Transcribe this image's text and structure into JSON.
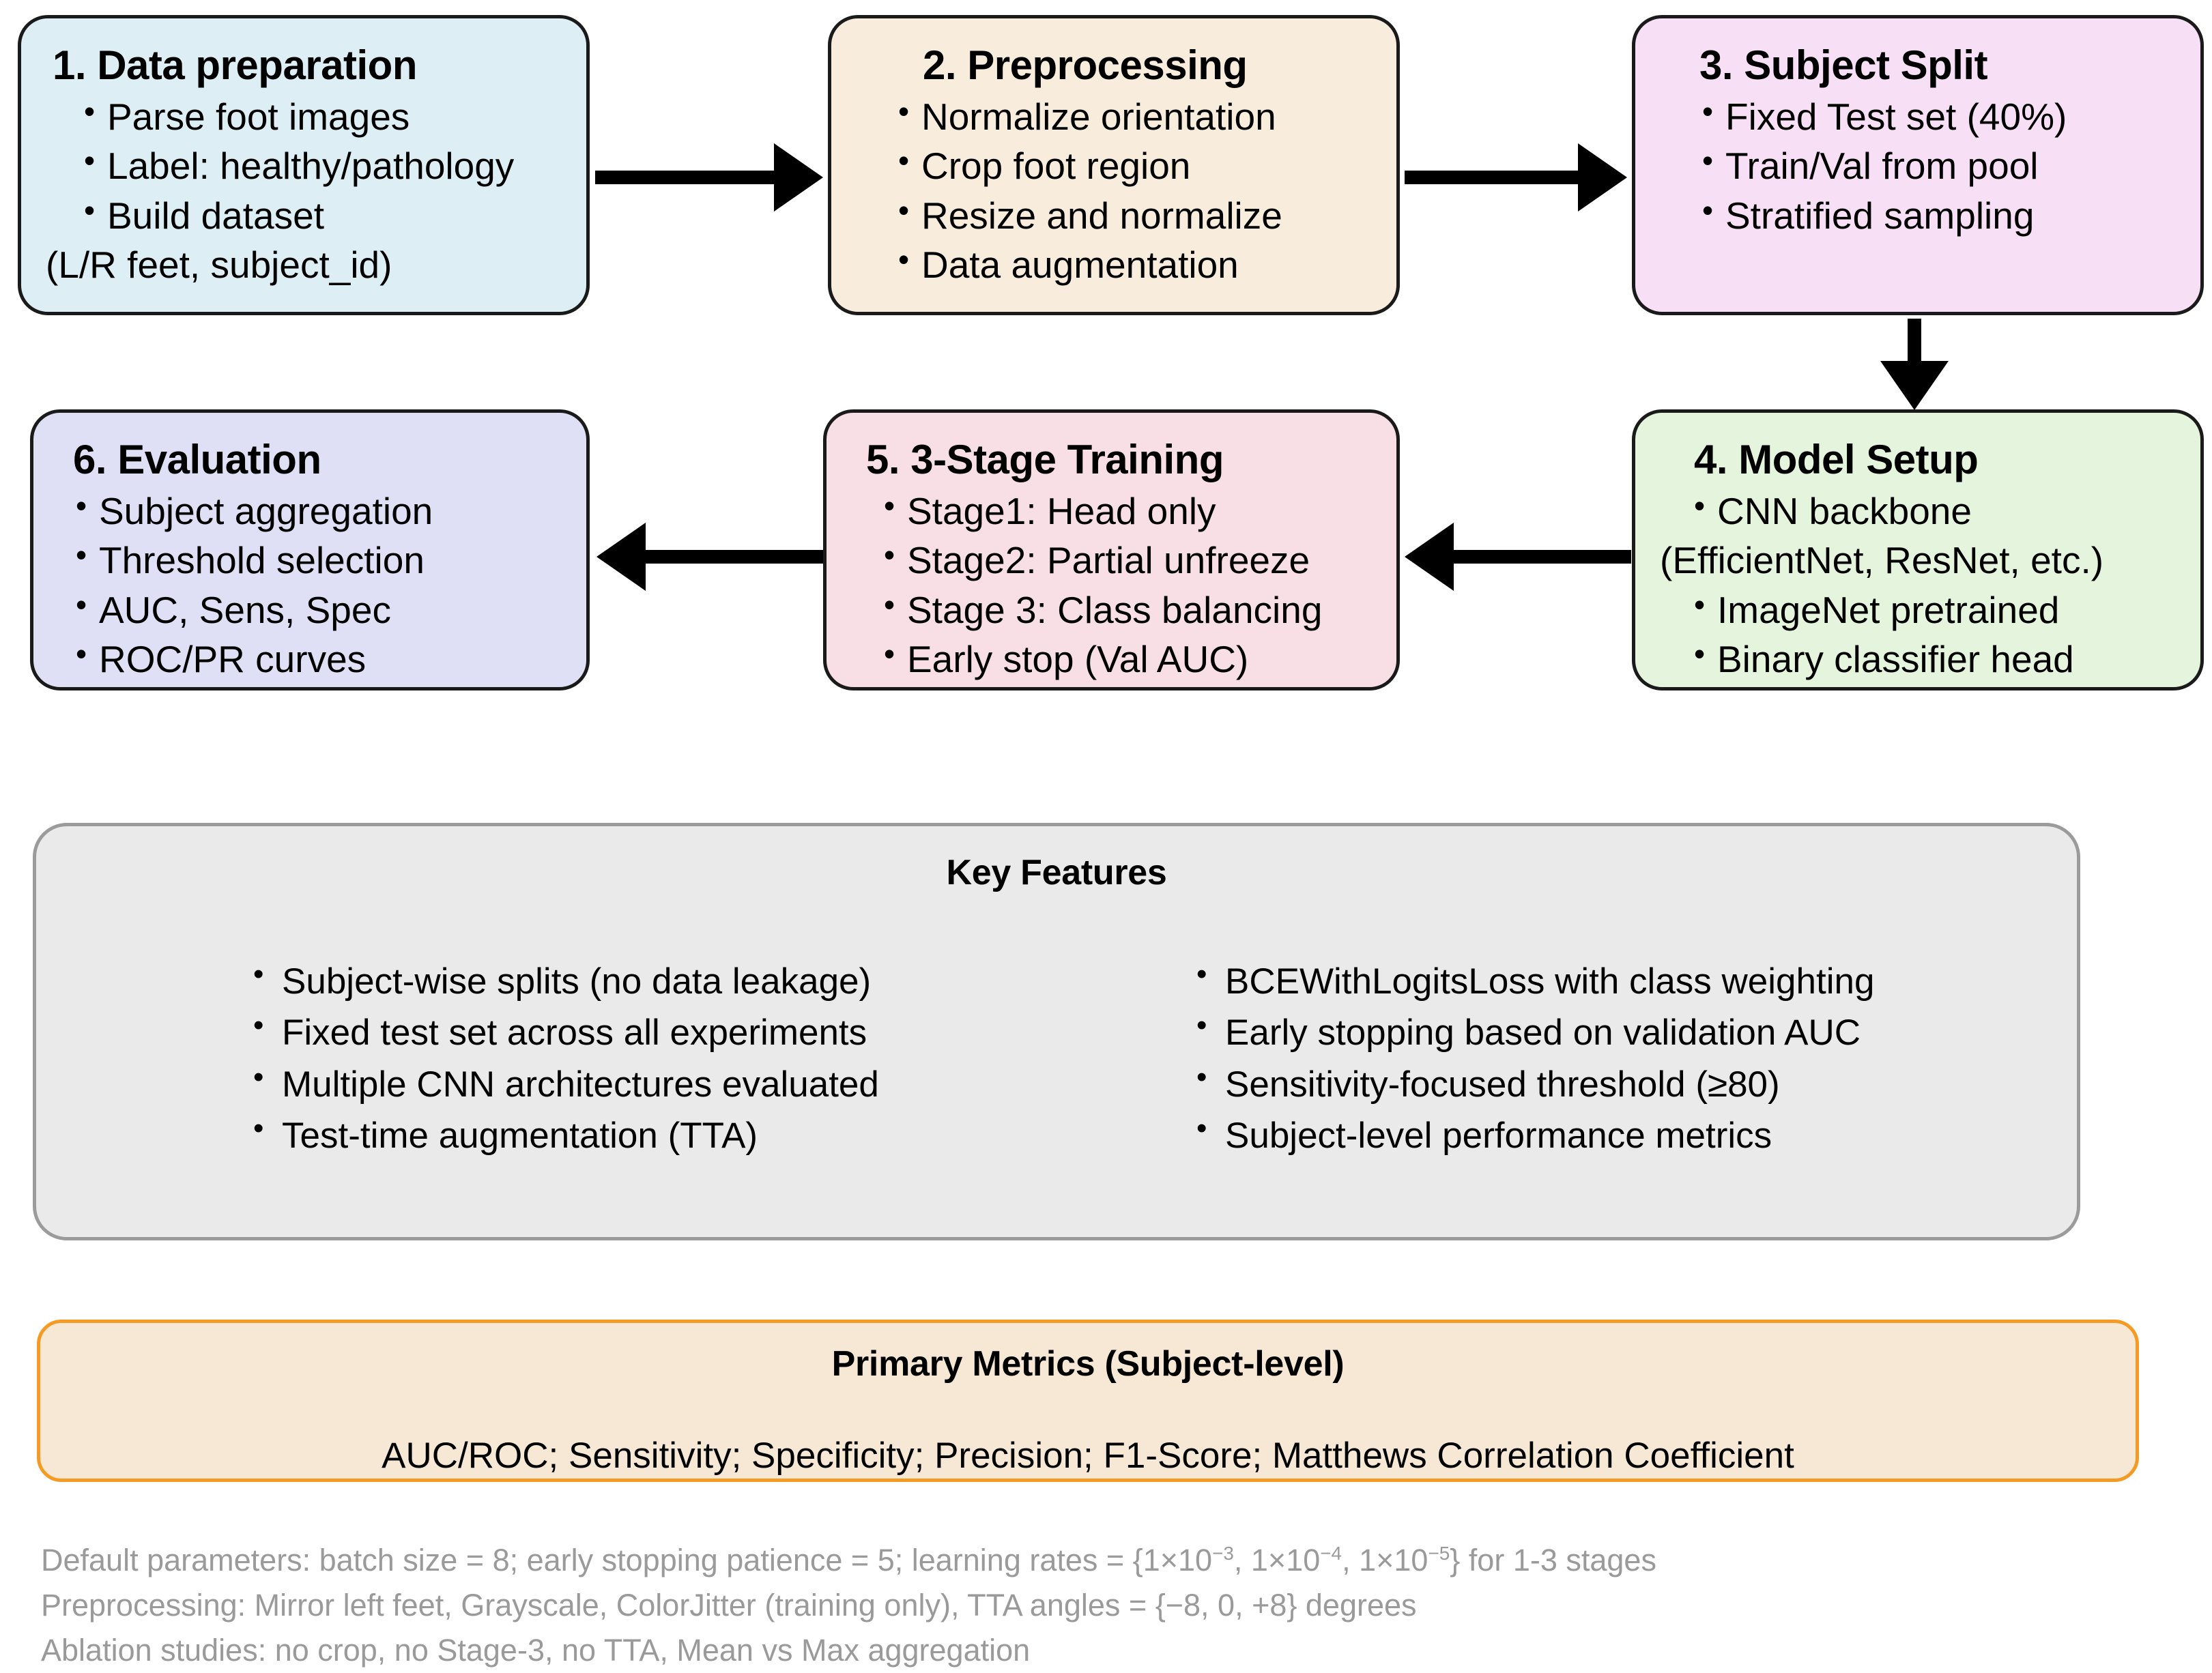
{
  "flow": {
    "boxes": [
      {
        "id": "box1",
        "title": "1. Data preparation",
        "items": [
          "Parse foot images",
          "Label: healthy/pathology",
          "Build dataset"
        ],
        "extra": "(L/R feet, subject_id)",
        "color": "#ddeff5"
      },
      {
        "id": "box2",
        "title": "2. Preprocessing",
        "items": [
          "Normalize orientation",
          "Crop foot region",
          "Resize and normalize",
          "Data augmentation"
        ],
        "extra": "",
        "color": "#f8ecdc"
      },
      {
        "id": "box3",
        "title": "3. Subject Split",
        "items": [
          "Fixed Test set (40%)",
          "Train/Val from pool",
          "Stratified sampling"
        ],
        "extra": "",
        "color": "#f7dff5"
      },
      {
        "id": "box4",
        "title": "4. Model Setup",
        "items": [
          "CNN backbone",
          "ImageNet pretrained",
          "Binary classifier head"
        ],
        "extra": "(EfficientNet, ResNet, etc.)",
        "color": "#e5f5dd"
      },
      {
        "id": "box5",
        "title": "5. 3-Stage Training",
        "items": [
          "Stage1: Head only",
          "Stage2: Partial unfreeze",
          "Stage 3: Class balancing",
          "Early stop (Val AUC)"
        ],
        "extra": "",
        "color": "#f8dfe5"
      },
      {
        "id": "box6",
        "title": "6. Evaluation",
        "items": [
          "Subject aggregation",
          "Threshold selection",
          "AUC, Sens, Spec",
          "ROC/PR curves"
        ],
        "extra": "",
        "color": "#dfdff6"
      }
    ]
  },
  "key_features": {
    "heading": "Key Features",
    "left_column": [
      "Subject-wise splits (no data leakage)",
      "Fixed test set across all experiments",
      "Multiple CNN architectures evaluated",
      "Test-time augmentation (TTA)"
    ],
    "right_column": [
      "BCEWithLogitsLoss with class weighting",
      "Early stopping based on validation AUC",
      "Sensitivity-focused threshold (≥80)",
      "Subject-level performance metrics"
    ],
    "background_color": "#eaeaea",
    "border_color": "#9b9b9b"
  },
  "primary_metrics": {
    "heading": "Primary Metrics (Subject-level)",
    "body": "AUC/ROC; Sensitivity; Specificity; Precision; F1-Score; Matthews Correlation Coefficient",
    "background_color": "#f7e8d5",
    "border_color": "#f59a23"
  },
  "footer": {
    "line1_prefix": "Default parameters: batch size = 8; early stopping patience = 5; learning rates = {1×10",
    "line1_sup1": "−3",
    "line1_mid1": ", 1×10",
    "line1_sup2": "−4",
    "line1_mid2": ", 1×10",
    "line1_sup3": "−5",
    "line1_suffix": "} for 1-3 stages",
    "line2": "Preprocessing: Mirror left feet, Grayscale, ColorJitter (training only), TTA angles = {−8, 0, +8} degrees",
    "line3": "Ablation studies: no crop, no Stage-3, no TTA, Mean vs Max aggregation",
    "text_color": "#9a9a9a"
  }
}
